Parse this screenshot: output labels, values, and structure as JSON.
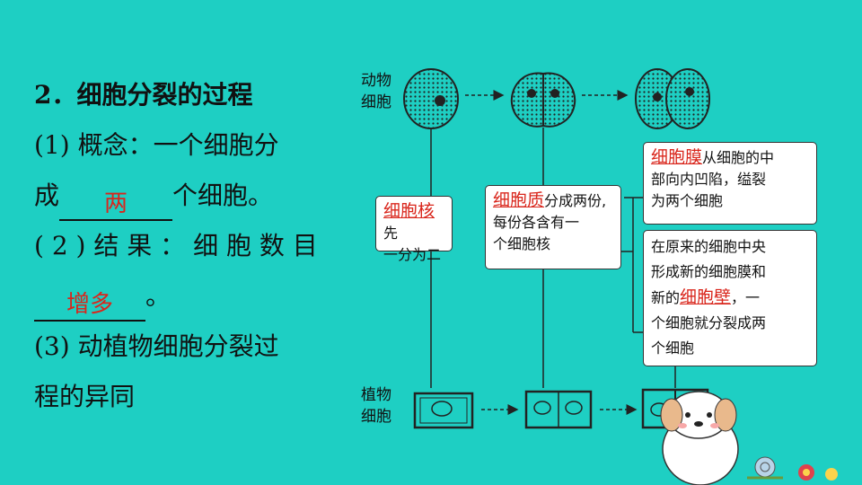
{
  "left": {
    "heading": "2．细胞分裂的过程",
    "concept_prefix": "(1) 概念：一个细胞分",
    "concept_pre_blank": "成",
    "concept_answer": "两",
    "concept_suffix": "个细胞。",
    "result_prefix": "( 2 ) 结 果 ： 细 胞 数 目",
    "result_answer": "增多",
    "result_suffix": "。",
    "compare_line1": "(3) 动植物细胞分裂过",
    "compare_line2": "程的异同"
  },
  "diagram": {
    "animal_label_1": "动物",
    "animal_label_2": "细胞",
    "plant_label_1": "植物",
    "plant_label_2": "细胞",
    "box_nucleus": {
      "answer": "细胞核",
      "text_a": "先",
      "text_b": "一分为二"
    },
    "box_cytoplasm": {
      "answer": "细胞质",
      "text_a": "分成两份,",
      "text_b": "每份各含有一",
      "text_c": "个细胞核"
    },
    "box_membrane": {
      "answer": "细胞膜",
      "text_a": "从细胞的中",
      "text_b": "部向内凹陷，缢裂",
      "text_c": "为两个细胞"
    },
    "box_wall": {
      "text_a": "在原来的细胞中央",
      "text_b": "形成新的细胞膜和",
      "text_c": "新的",
      "answer": "细胞壁",
      "text_d": "，一",
      "text_e": "个细胞就分裂成两",
      "text_f": "个细胞"
    }
  },
  "colors": {
    "background": "#1ecfc3",
    "answer": "#d9261c"
  }
}
